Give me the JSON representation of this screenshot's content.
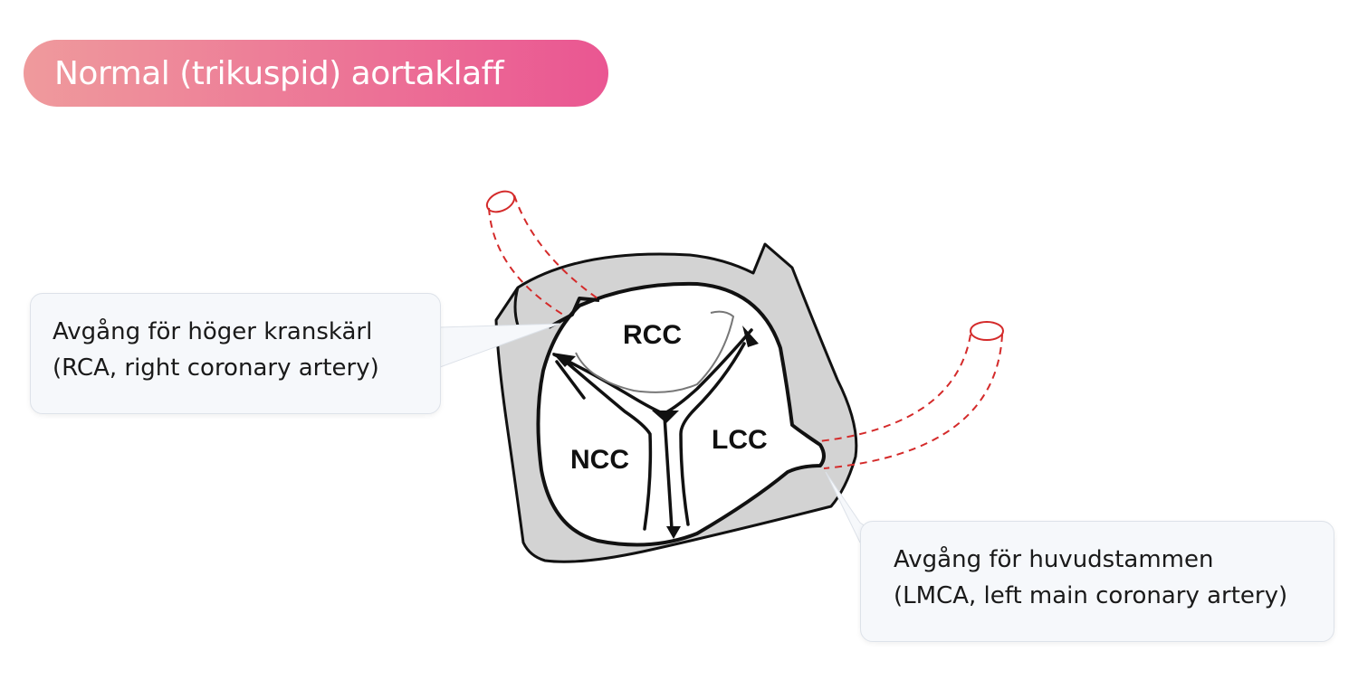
{
  "title": "Normal (trikuspid) aortaklaff",
  "cusps": {
    "rcc": "RCC",
    "ncc": "NCC",
    "lcc": "LCC"
  },
  "callouts": {
    "rca": {
      "line1": "Avgång för höger kranskärl",
      "line2": "(RCA, right coronary artery)"
    },
    "lmca": {
      "line1": "Avgång för huvudstammen",
      "line2": "(LMCA, left main coronary artery)"
    }
  },
  "colors": {
    "pill_start": "#ef9a9c",
    "pill_end": "#ea5692",
    "wall": "#d3d3d3",
    "artery": "#d42a2a"
  }
}
